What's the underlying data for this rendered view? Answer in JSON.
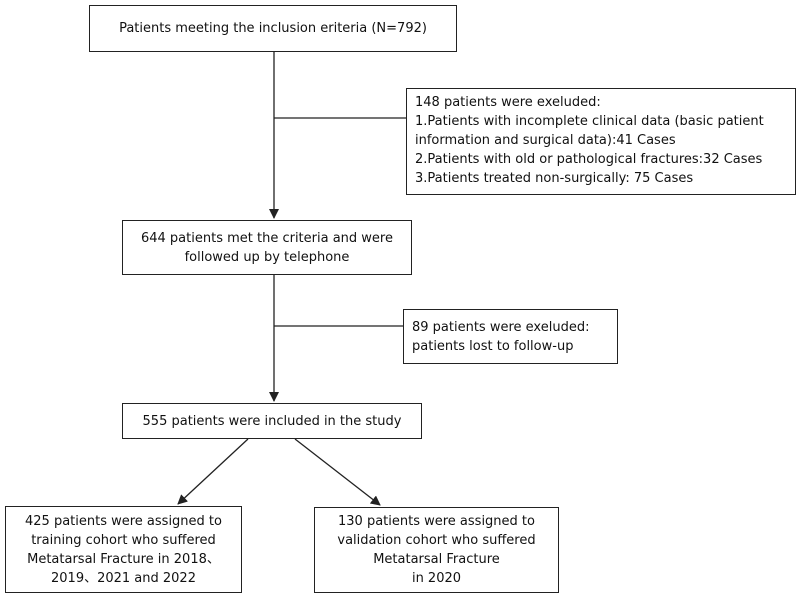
{
  "boxes": {
    "inclusion": {
      "lines": [
        "Patients meeting the inclusion eriteria (N=792)"
      ]
    },
    "excluded_first": {
      "lines": [
        "148 patients were exeluded:",
        "1.Patients with incomplete clinical data (basic patient",
        "information and surgical data):41 Cases",
        "2.Patients with old or pathological fractures:32 Cases",
        "3.Patients treated non-surgically: 75 Cases"
      ]
    },
    "followed_up": {
      "lines": [
        "644 patients met the criteria and were",
        "followed up by telephone"
      ]
    },
    "excluded_second": {
      "lines": [
        "89 patients were exeluded:",
        "patients lost to follow-up"
      ]
    },
    "included": {
      "lines": [
        "555 patients were included in the study"
      ]
    },
    "training": {
      "lines": [
        "425 patients were assigned to",
        "training cohort who suffered",
        "Metatarsal Fracture in 2018、",
        "2019、2021 and 2022"
      ]
    },
    "validation": {
      "lines": [
        "130 patients were assigned to",
        "validation cohort who suffered",
        "Metatarsal Fracture",
        "in 2020"
      ]
    }
  }
}
